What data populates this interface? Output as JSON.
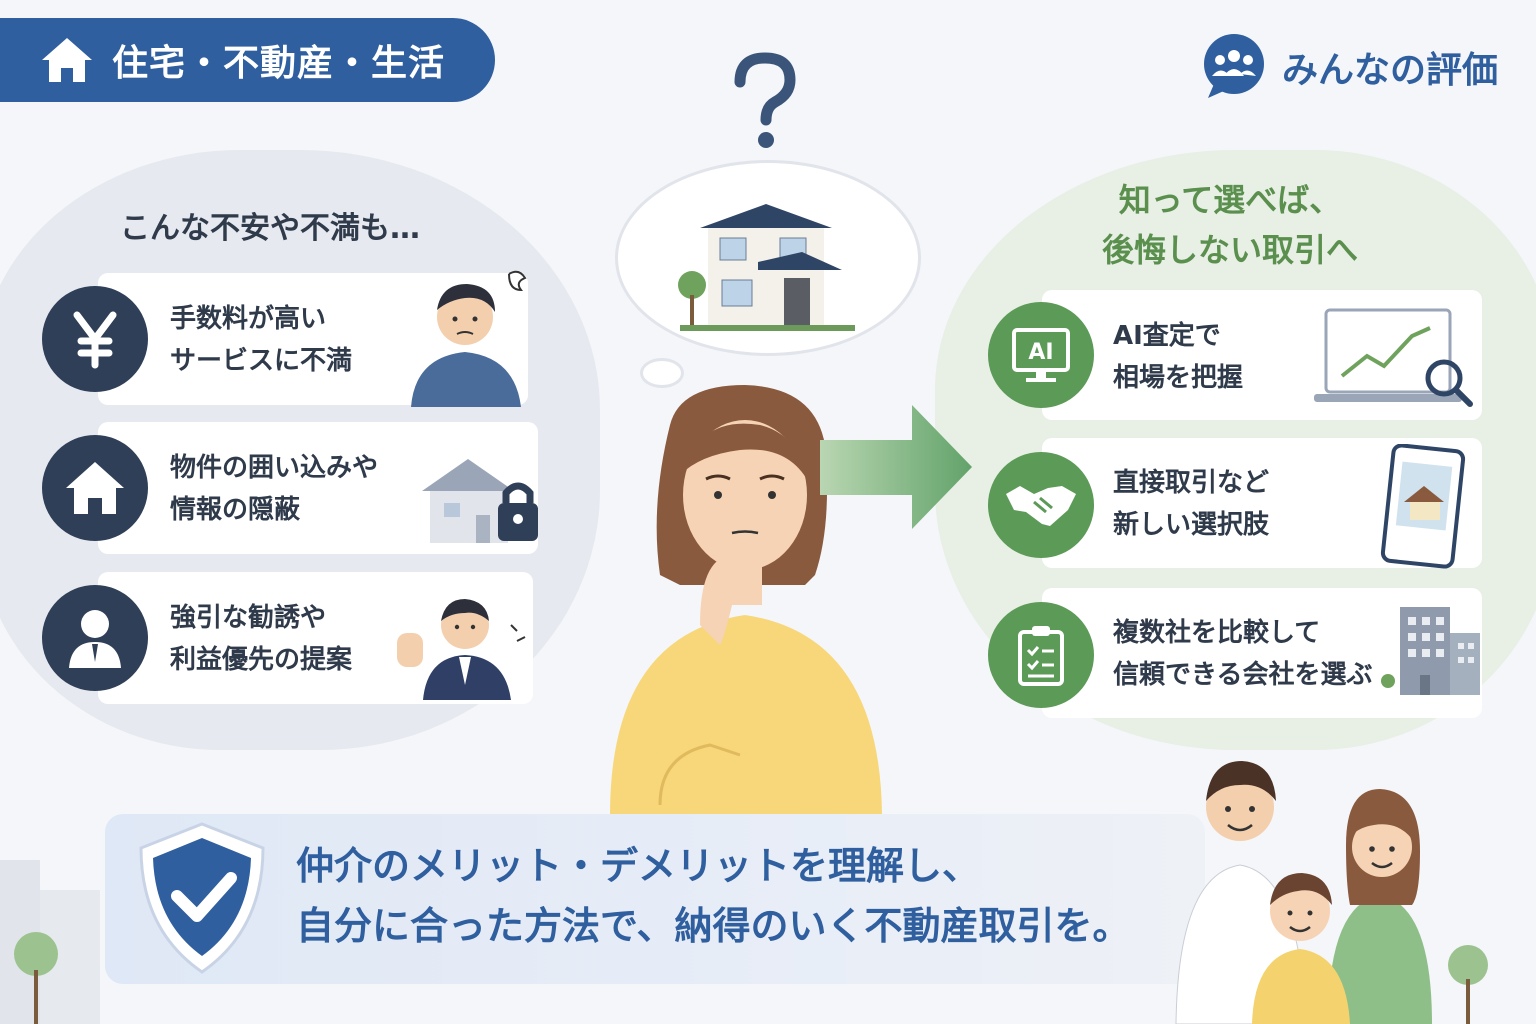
{
  "header": {
    "category_label": "住宅・不動産・生活",
    "brand_label": "みんなの評価"
  },
  "left_panel": {
    "heading": "こんな不安や不満も…",
    "items": [
      {
        "line1": "手数料が高い",
        "line2": "サービスに不満",
        "icon": "yen-icon"
      },
      {
        "line1": "物件の囲い込みや",
        "line2": "情報の隠蔽",
        "icon": "house-icon"
      },
      {
        "line1": "強引な勧誘や",
        "line2": "利益優先の提案",
        "icon": "person-icon"
      }
    ]
  },
  "right_panel": {
    "heading_line1": "知って選べば、",
    "heading_line2": "後悔しない取引へ",
    "items": [
      {
        "line1": "AI査定で",
        "line2": "相場を把握",
        "icon": "ai-monitor-icon",
        "badge": "AI"
      },
      {
        "line1": "直接取引など",
        "line2": "新しい選択肢",
        "icon": "handshake-icon"
      },
      {
        "line1": "複数社を比較して",
        "line2": "信頼できる会社を選ぶ",
        "icon": "checklist-icon"
      }
    ]
  },
  "banner": {
    "line1": "仲介のメリット・デメリットを理解し、",
    "line2": "自分に合った方法で、納得のいく不動産取引を。",
    "icon": "shield-check-icon"
  },
  "colors": {
    "primary_blue": "#2f5f9e",
    "dark_navy": "#2f3f58",
    "accent_green": "#5c9a57",
    "sweater_yellow": "#f7d77a"
  }
}
